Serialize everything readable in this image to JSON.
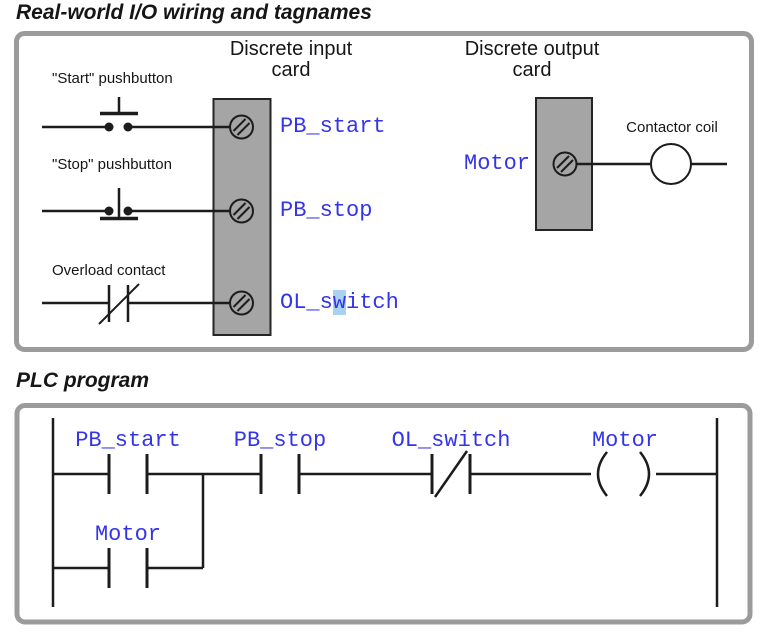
{
  "colors": {
    "tag_blue": "#3535e8",
    "highlight_blue": "#a8d2ee",
    "card_gray": "#a5a5a5",
    "box_border_gray": "#9b9b9b",
    "line_black": "#1c1c1c"
  },
  "wiring": {
    "title": "Real-world I/O wiring and tagnames",
    "input_card": {
      "heading_line1": "Discrete input",
      "heading_line2": "card"
    },
    "output_card": {
      "heading_line1": "Discrete output",
      "heading_line2": "card"
    },
    "devices": {
      "start_pushbutton": "\"Start\" pushbutton",
      "stop_pushbutton": "\"Stop\" pushbutton",
      "overload_contact": "Overload contact",
      "contactor_coil": "Contactor coil"
    },
    "tags": {
      "pb_start": "PB_start",
      "pb_stop": "PB_stop",
      "ol_switch_pre": "OL_s",
      "ol_switch_highlight": "w",
      "ol_switch_post": "itch",
      "motor": "Motor"
    }
  },
  "plc": {
    "title": "PLC program",
    "rung1": {
      "contact1": "PB_start",
      "contact2": "PB_stop",
      "contact3": "OL_switch",
      "coil": "Motor"
    },
    "branch": {
      "contact": "Motor"
    }
  }
}
